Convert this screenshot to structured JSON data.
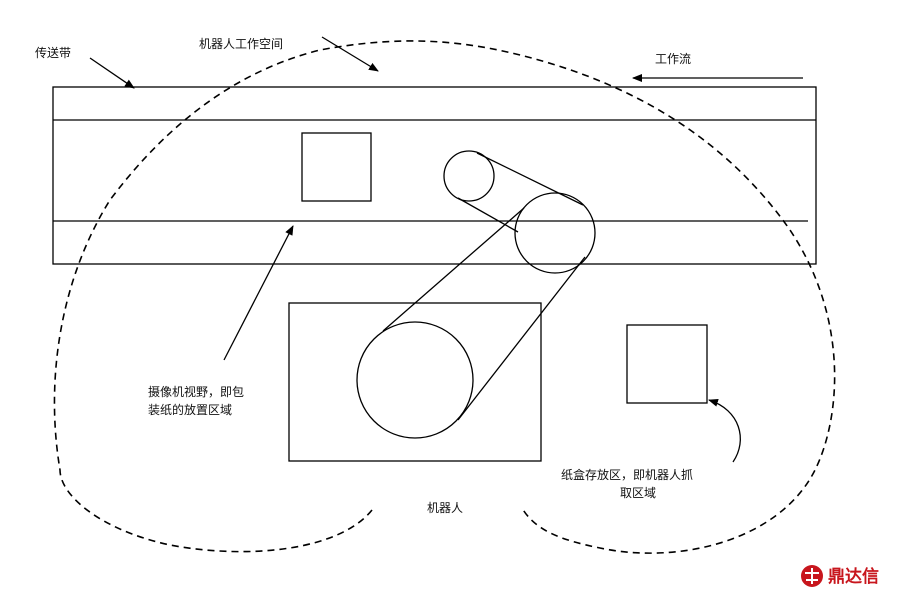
{
  "diagram": {
    "labels": {
      "conveyor": "传送带",
      "workspace": "机器人工作空间",
      "workflow": "工作流",
      "camera_view_line1": "摄像机视野，即包",
      "camera_view_line2": "装纸的放置区域",
      "box_storage_line1": "纸盒存放区，即机器人抓",
      "box_storage_line2": "取区域",
      "robot": "机器人"
    },
    "watermark": "鼎达信"
  }
}
